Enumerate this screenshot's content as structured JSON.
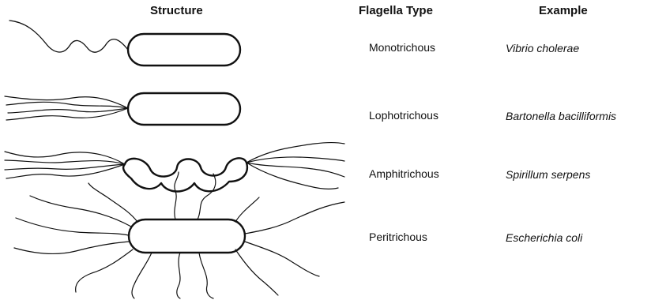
{
  "headers": {
    "structure": "Structure",
    "flagella_type": "Flagella Type",
    "example": "Example"
  },
  "rows": [
    {
      "type": "Monotrichous",
      "example": "Vibrio cholerae"
    },
    {
      "type": "Lophotrichous",
      "example": "Bartonella bacilliformis"
    },
    {
      "type": "Amphitrichous",
      "example": "Spirillum serpens"
    },
    {
      "type": "Peritrichous",
      "example": "Escherichia coli"
    }
  ],
  "colors": {
    "ink": "#111111",
    "background": "#ffffff"
  }
}
